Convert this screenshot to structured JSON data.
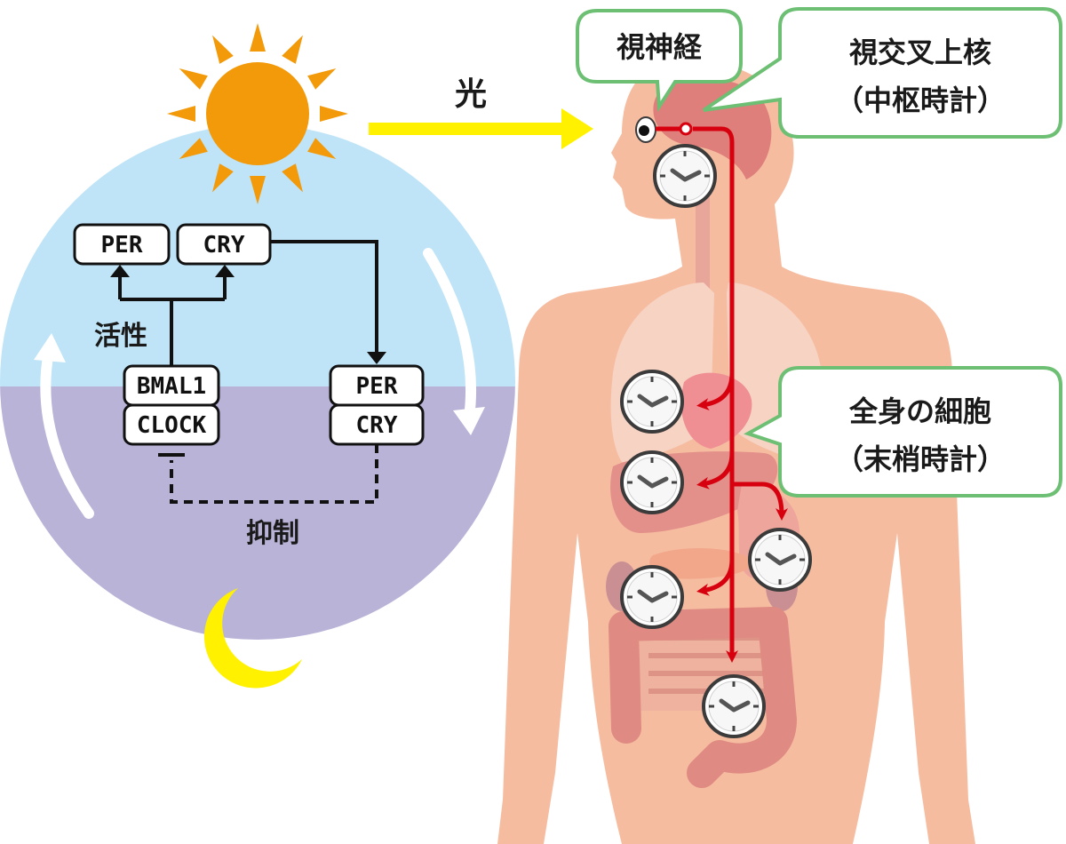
{
  "light_label": "光",
  "left_cycle": {
    "activation_label": "活性",
    "suppression_label": "抑制",
    "boxes": {
      "per_top": "PER",
      "cry_top": "CRY",
      "bmal1": "BMAL1",
      "clock": "CLOCK",
      "per_bottom": "PER",
      "cry_bottom": "CRY"
    }
  },
  "callouts": {
    "optic_nerve": "視神経",
    "scn_line1": "視交叉上核",
    "scn_line2": "（中枢時計）",
    "cells_line1": "全身の細胞",
    "cells_line2": "（末梢時計）"
  },
  "icons": {
    "sun": "sun-icon",
    "moon": "crescent-moon-icon",
    "clock": "clock-icon",
    "eye": "eye-icon"
  },
  "colors": {
    "sky": "#bfe4f7",
    "night": "#b9b3d8",
    "sun": "#f29a0a",
    "moon": "#fff100",
    "light_arrow": "#fff100",
    "skin": "#f6bca0",
    "nerve": "#d7000f",
    "callout_border": "#6cbf73"
  }
}
